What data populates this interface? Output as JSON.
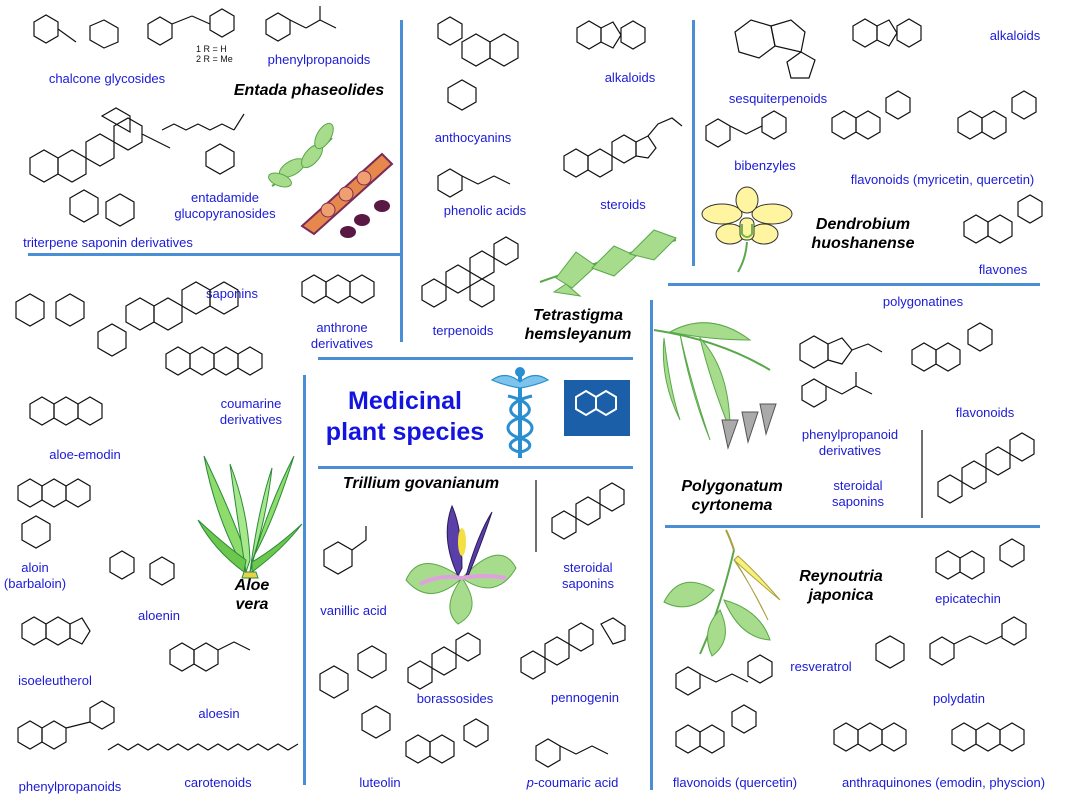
{
  "title_line1": "Medicinal",
  "title_line2": "plant species",
  "colors": {
    "label": "#1a1ad8",
    "divider": "#4a8fd6",
    "leaf": "#a6dc8c",
    "caduceus": "#2a8fd0",
    "hex_bg": "#1a5fa8"
  },
  "species": {
    "entada": "Entada phaseolides",
    "tetrastigma_line1": "Tetrastigma",
    "tetrastigma_line2": "hemsleyanum",
    "dendrobium_line1": "Dendrobium",
    "dendrobium_line2": "huoshanense",
    "aloe_line1": "Aloe",
    "aloe_line2": "vera",
    "trillium": "Trillium govanianum",
    "polygonatum_line1": "Polygonatum",
    "polygonatum_line2": "cyrtonema",
    "reynoutria_line1": "Reynoutria",
    "reynoutria_line2": "japonica"
  },
  "legend_ratio": {
    "line1": "1  R = H",
    "line2": "2  R = Me"
  },
  "labels": {
    "chalcone_glycosides": "chalcone glycosides",
    "phenylpropanoids_top": "phenylpropanoids",
    "entadamide_line1": "entadamide",
    "entadamide_line2": "glucopyranosides",
    "triterpene_saponin": "triterpene saponin derivatives",
    "anthocyanins": "anthocyanins",
    "alkaloids_mid": "alkaloids",
    "phenolic_acids": "phenolic acids",
    "steroids": "steroids",
    "terpenoids": "terpenoids",
    "sesquiterpenoids": "sesquiterpenoids",
    "alkaloids_right": "alkaloids",
    "bibenzyles": "bibenzyles",
    "flavonoids_myr": "flavonoids (myricetin, quercetin)",
    "flavones": "flavones",
    "saponins": "saponins",
    "anthrone_line1": "anthrone",
    "anthrone_line2": "derivatives",
    "coumarine_line1": "coumarine",
    "coumarine_line2": "derivatives",
    "aloe_emodin": "aloe-emodin",
    "aloin_line1": "aloin",
    "aloin_line2": "(barbaloin)",
    "aloenin": "aloenin",
    "isoeleutherol": "isoeleutherol",
    "aloesin": "aloesin",
    "phenylpropanoids_bottom": "phenylpropanoids",
    "carotenoids": "carotenoids",
    "vanillic_acid": "vanillic acid",
    "steroidal_saponins_mid_line1": "steroidal",
    "steroidal_saponins_mid_line2": "saponins",
    "borassosides": "borassosides",
    "pennogenin": "pennogenin",
    "luteolin": "luteolin",
    "p_coumaric_prefix": "p",
    "p_coumaric_rest": "-coumaric acid",
    "polygonatines": "polygonatines",
    "flavonoids_right": "flavonoids",
    "phenylpropanoid_deriv_line1": "phenylpropanoid",
    "phenylpropanoid_deriv_line2": "derivatives",
    "steroidal_saponins_right_line1": "steroidal",
    "steroidal_saponins_right_line2": "saponins",
    "epicatechin": "epicatechin",
    "resveratrol": "resveratrol",
    "polydatin": "polydatin",
    "flavonoids_quercetin": "flavonoids (quercetin)",
    "anthraquinones": "anthraquinones (emodin, physcion)"
  }
}
